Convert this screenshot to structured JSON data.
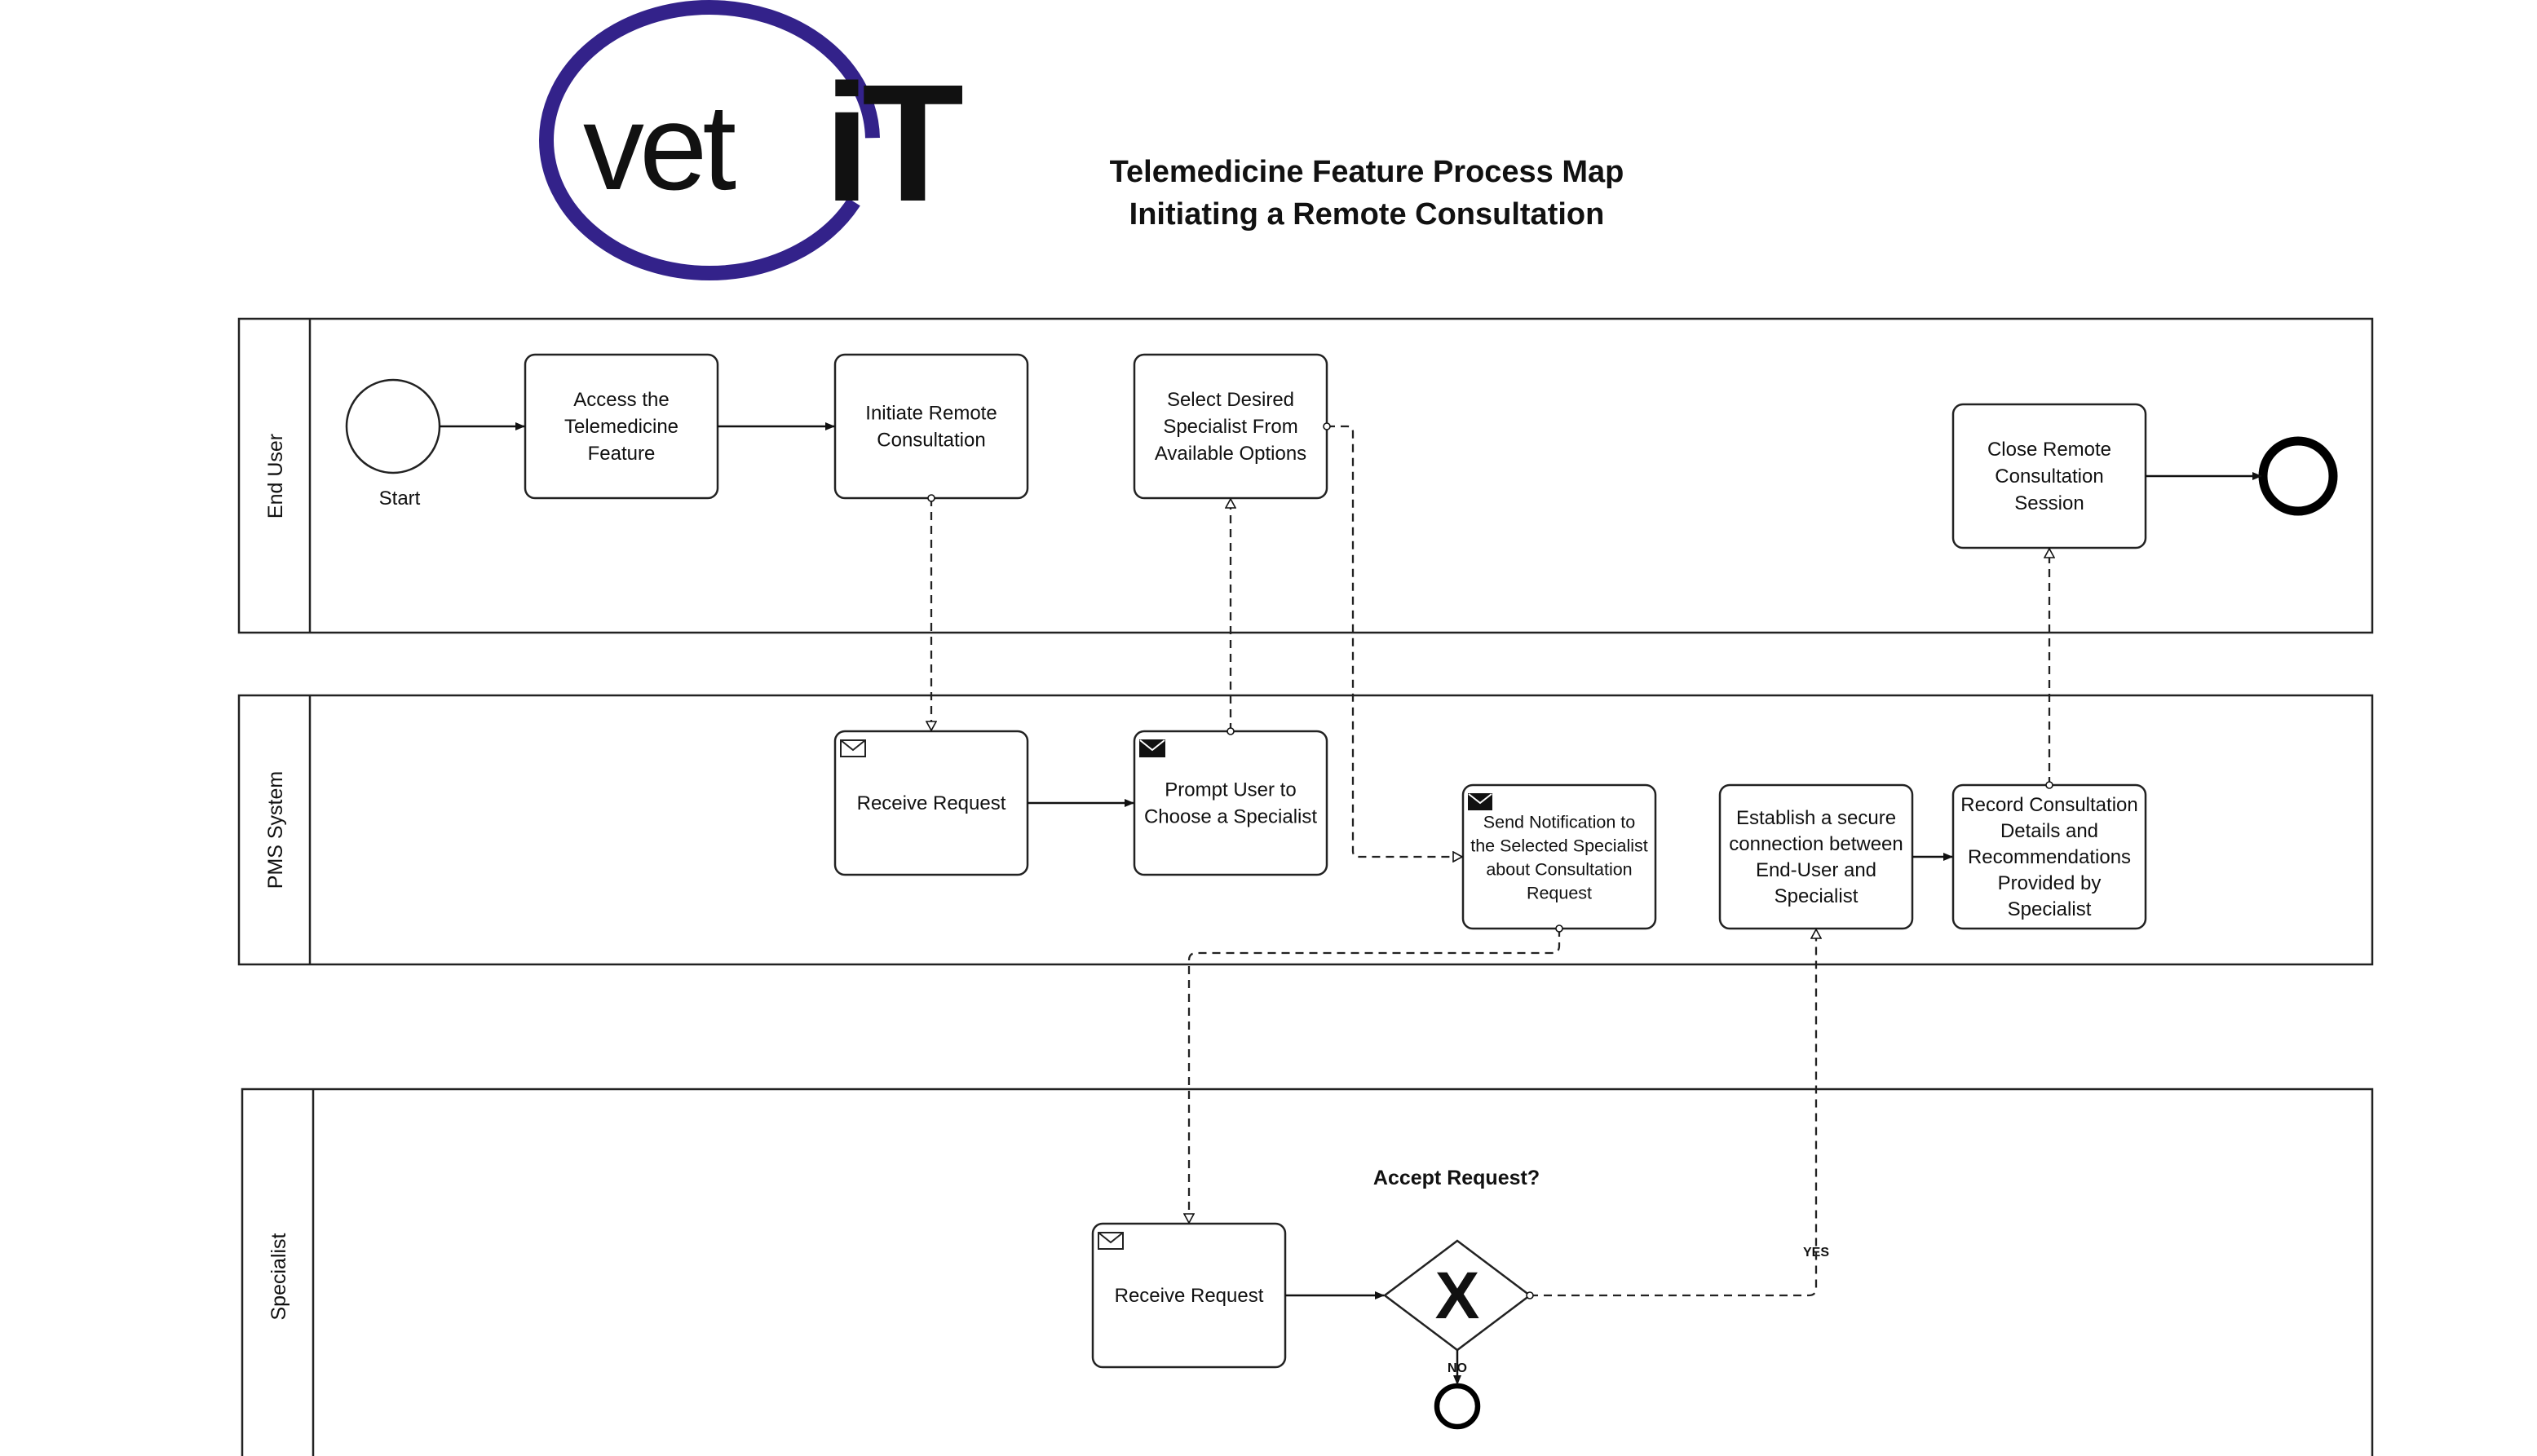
{
  "logo": {
    "text_lower": "vet",
    "text_upper": "iT",
    "color": "#33228a"
  },
  "title": {
    "line1": "Telemedicine Feature Process Map",
    "line2": "Initiating a Remote Consultation"
  },
  "lanes": {
    "end_user": "End User",
    "pms_system": "PMS System",
    "specialist": "Specialist"
  },
  "events": {
    "start_label": "Start"
  },
  "tasks": {
    "access": [
      "Access the",
      "Telemedicine",
      "Feature"
    ],
    "initiate": [
      "Initiate Remote",
      "Consultation"
    ],
    "select": [
      "Select Desired",
      "Specialist From",
      "Available Options"
    ],
    "close": [
      "Close Remote",
      "Consultation",
      "Session"
    ],
    "pms_receive": [
      "Receive Request"
    ],
    "prompt": [
      "Prompt User  to",
      "Choose a Specialist"
    ],
    "notify": [
      "Send Notification to",
      "the Selected Specialist",
      "about Consultation",
      "Request"
    ],
    "establish": [
      "Establish a secure",
      "connection between",
      "End-User and",
      "Specialist"
    ],
    "record": [
      "Record Consultation",
      "Details and",
      "Recommendations",
      "Provided by",
      "Specialist"
    ],
    "spec_receive": [
      "Receive Request"
    ]
  },
  "gateway": {
    "question": "Accept Request?",
    "symbol": "X",
    "yes_label": "YES",
    "no_label": "NO"
  }
}
